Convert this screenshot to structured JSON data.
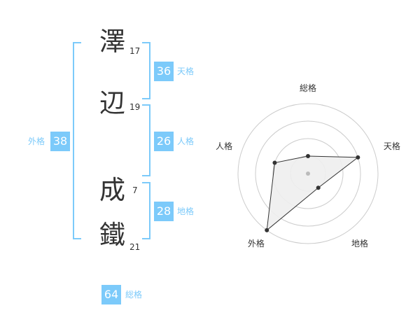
{
  "name": {
    "characters": [
      {
        "char": "澤",
        "strokes": "17"
      },
      {
        "char": "辺",
        "strokes": "19"
      },
      {
        "char": "成",
        "strokes": "7"
      },
      {
        "char": "鐵",
        "strokes": "21"
      }
    ]
  },
  "fortunes": {
    "tenkaku": {
      "value": "36",
      "label": "天格"
    },
    "jinkaku": {
      "value": "26",
      "label": "人格"
    },
    "chikaku": {
      "value": "28",
      "label": "地格"
    },
    "gaikaku": {
      "value": "38",
      "label": "外格"
    },
    "soukaku": {
      "value": "64",
      "label": "総格"
    }
  },
  "radar": {
    "axes": [
      "総格",
      "天格",
      "地格",
      "外格",
      "人格"
    ],
    "values": [
      1,
      3,
      1,
      4,
      2
    ],
    "max": 5,
    "colors": {
      "grid": "#cccccc",
      "fill": "#eeeeee",
      "line": "#333333",
      "center": "#bbbbbb"
    }
  },
  "colors": {
    "accent": "#7ccafa",
    "text": "#333333"
  }
}
